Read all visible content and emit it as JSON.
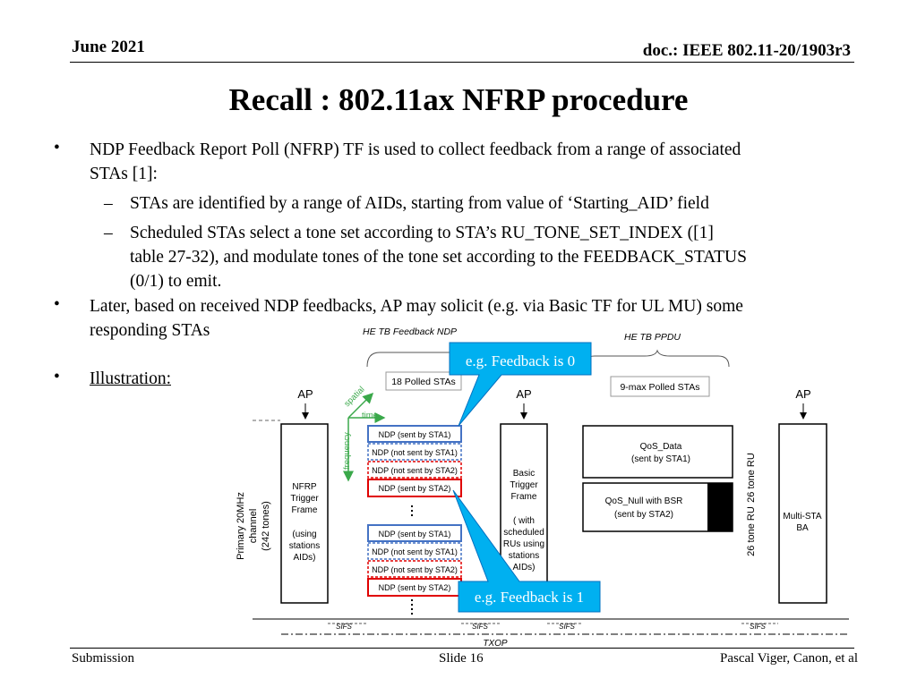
{
  "header": {
    "date": "June 2021",
    "doc": "doc.: IEEE 802.11-20/1903r3"
  },
  "title": "Recall : 802.11ax NFRP procedure",
  "bullets": {
    "b1_line1": "NDP Feedback Report Poll (NFRP) TF is used to collect feedback from a range of associated",
    "b1_line2": "STAs [1]:",
    "sub1": "STAs are identified by a range of AIDs, starting from value of  ‘Starting_AID’ field",
    "sub2_line1": "Scheduled STAs select a tone set according to STA’s RU_TONE_SET_INDEX  ([1]",
    "sub2_line2": "table 27-32), and modulate tones of the tone set according to the FEEDBACK_STATUS",
    "sub2_line3": "(0/1) to emit.",
    "b2_line1": "Later, based on received NDP feedbacks, AP may solicit (e.g. via Basic TF for UL MU) some",
    "b2_line2": "responding STAs",
    "b3": "Illustration:",
    "bullet_glyph": "•",
    "dash_glyph": "–"
  },
  "diagram": {
    "he_tb_feedback_ndp": "HE TB Feedback NDP",
    "he_tb_ppdu": "HE TB PPDU",
    "polled_18": "18 Polled STAs",
    "polled_9max": "9-max Polled STAs",
    "ap": "AP",
    "spatial": "spatial",
    "time": "time",
    "frequency": "frequency",
    "primary_channel": [
      "Primary 20MHz",
      "channel",
      "(242 tones)"
    ],
    "nfrp_frame": [
      "NFRP",
      "Trigger",
      "Frame",
      "",
      "(using",
      "stations",
      "AIDs)"
    ],
    "basic_frame": [
      "Basic",
      "Trigger",
      "Frame",
      "",
      "( with",
      "scheduled",
      "RUs using",
      "stations",
      "AIDs)"
    ],
    "ndp_group1": [
      "NDP (sent by STA1)",
      "NDP (not sent by STA1)",
      "NDP (not sent by STA2)",
      "NDP (sent by STA2)"
    ],
    "ndp_group2": [
      "NDP (sent by STA1)",
      "NDP (not sent by STA1)",
      "NDP (not sent by STA2)",
      "NDP (sent by STA2)"
    ],
    "qos_data": [
      "QoS_Data",
      "(sent by STA1)"
    ],
    "qos_null": [
      "QoS_Null with BSR",
      "(sent by STA2)"
    ],
    "tone_ru": "26 tone RU",
    "multi_sta": [
      "Multi-STA",
      "BA"
    ],
    "sifs": "SIFS",
    "txop": "TXOP",
    "callout_0": "e.g. Feedback is 0",
    "callout_1": "e.g. Feedback is 1",
    "colors": {
      "blue": "#4472c4",
      "red": "#e00000",
      "green": "#3aa84a",
      "callout": "#00b0f0"
    }
  },
  "footer": {
    "left": "Submission",
    "center": "Slide 16",
    "right": "Pascal Viger, Canon, et al"
  }
}
